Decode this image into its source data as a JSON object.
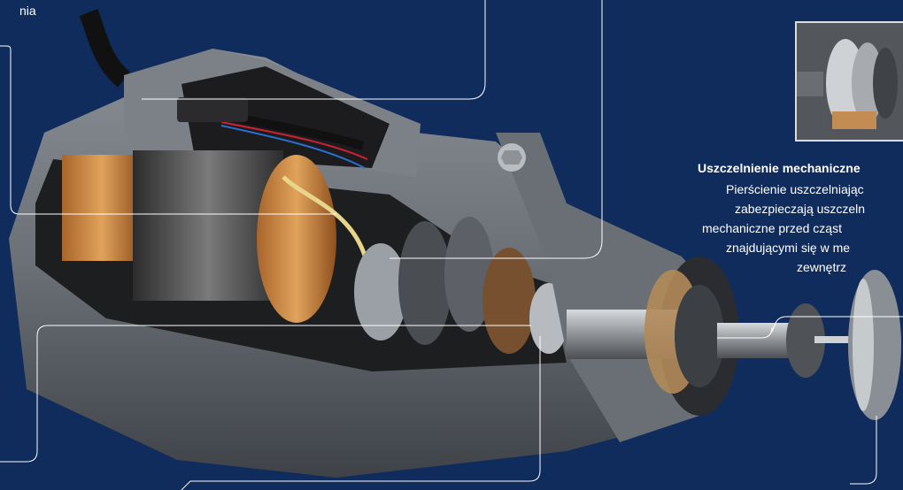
{
  "fragments": {
    "top_left": "nia"
  },
  "seal": {
    "title": "Uszczelnienie mechaniczne",
    "lines": [
      "Pierścienie uszczelniając",
      "zabezpieczają uszczeln",
      "mechaniczne przed cząst",
      "znajdującymi się w me",
      "zewnętrz"
    ]
  },
  "colors": {
    "background": "#0f2c5c",
    "callout_line": "#ffffff",
    "motor_body": "#6e737a",
    "motor_dark": "#3a3d42"
  },
  "icons": [
    "motor-cutaway-image",
    "seal-detail-photo"
  ]
}
